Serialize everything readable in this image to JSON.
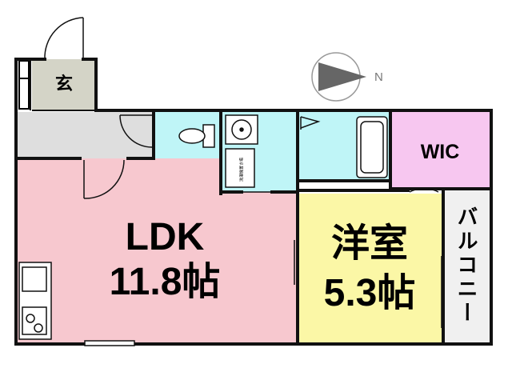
{
  "rooms": {
    "ldk": {
      "name": "LDK",
      "size": "11.8帖",
      "color": "#f7c8cf"
    },
    "western": {
      "name": "洋室",
      "size": "5.3帖",
      "color": "#fbf7a6"
    },
    "wic": {
      "name": "WIC",
      "color": "#f7c7f0"
    },
    "balcony": {
      "name": "バルコニー",
      "color": "#f0f0f0"
    },
    "entrance": {
      "name": "玄",
      "color": "#d4d4c7"
    },
    "wet_areas_color": "#bff5f7",
    "hall_color": "#dedede"
  },
  "fixtures": {
    "washer": "洗濯機置き場"
  },
  "compass": {
    "north_label": "N"
  }
}
